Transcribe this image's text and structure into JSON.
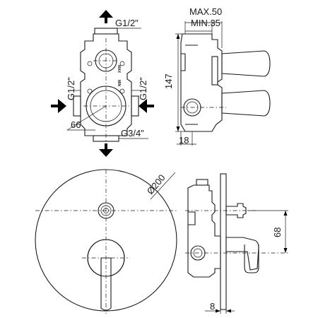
{
  "labels": {
    "g_top": "G1/2\"",
    "max": "MAX.50",
    "min": "MIN.35",
    "dim_147": "147",
    "g_left": "G1/2\"",
    "g_right": "G1/2\"",
    "dim_66": "66",
    "g_bottom": "G3/4\"",
    "dim_18": "18",
    "dia_200": "Ø200",
    "dim_68": "68",
    "dim_8": "8",
    "mark_max": "MAX",
    "mark_min": "MIN"
  }
}
